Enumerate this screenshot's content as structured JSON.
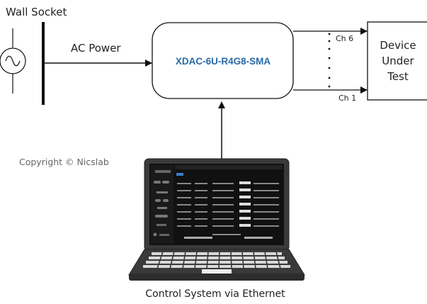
{
  "labels": {
    "wall_socket": "Wall Socket",
    "ac_power": "AC Power",
    "device_name": "XDAC-6U-R4G8-SMA",
    "ch_top": "Ch 6",
    "ch_bottom": "Ch 1",
    "dut_line1": "Device",
    "dut_line2": "Under",
    "dut_line3": "Test",
    "copyright": "Copyright © Nicslab",
    "control": "Control System via Ethernet"
  },
  "colors": {
    "device_text": "#2a6aa6",
    "line": "#111111",
    "copyright": "#666666"
  },
  "icons": {
    "ac_source": "ac-source-icon",
    "laptop": "laptop-icon"
  }
}
